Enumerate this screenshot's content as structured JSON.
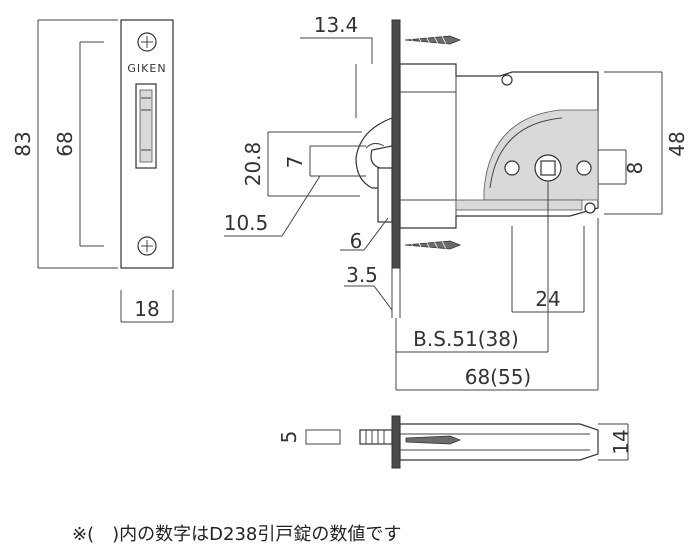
{
  "brand_label": "GIKEN",
  "dimensions": {
    "face_height": "83",
    "screw_pitch": "68",
    "face_width": "18",
    "plate_depth": "13.4",
    "bolt_height": "20.8",
    "bolt_inner": "7",
    "bolt_offset": "10.5",
    "bolt_throw": "6",
    "face_thickness": "3.5",
    "keyway_height": "8",
    "case_height": "48",
    "spindle_distance": "24",
    "backset": "B.S.51(38)",
    "case_depth": "68(55)",
    "bottom_thickness": "5",
    "bottom_width": "14"
  },
  "footnote": "※(　)内の数字はD238引戸錠の数値です"
}
